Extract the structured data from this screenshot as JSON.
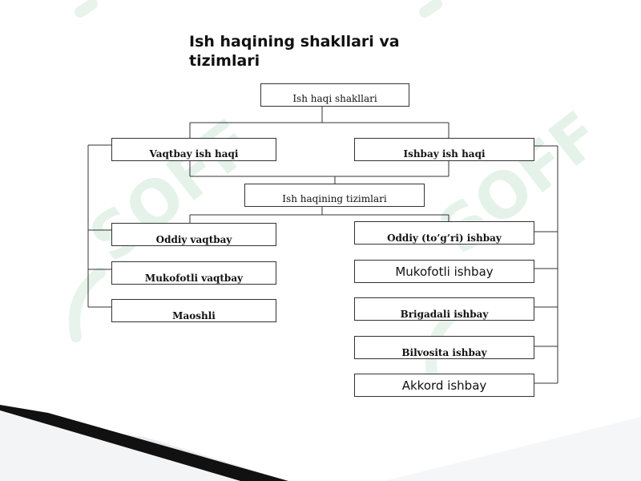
{
  "title": "Ish haqining shakllari va tizimlari",
  "boxes": {
    "root": "Ish haqi shakllari",
    "time_based": "Vaqtbay ish haqi",
    "piece_rate": "Ishbay ish haqi",
    "systems": "Ish haqining tizimlari",
    "simple_time": "Oddiy vaqtbay",
    "bonus_time": "Mukofotli vaqtbay",
    "salary": "Maoshli",
    "direct_piece": "Oddiy (to’g’ri) ishbay",
    "bonus_piece": "Mukofotli ishbay",
    "brigade_piece": "Brigadali ishbay",
    "indirect_piece": "Bilvosita ishbay",
    "chord_piece": "Akkord ishbay"
  },
  "watermark": {
    "text": "SOFF",
    "color": "#3a9a5a"
  }
}
